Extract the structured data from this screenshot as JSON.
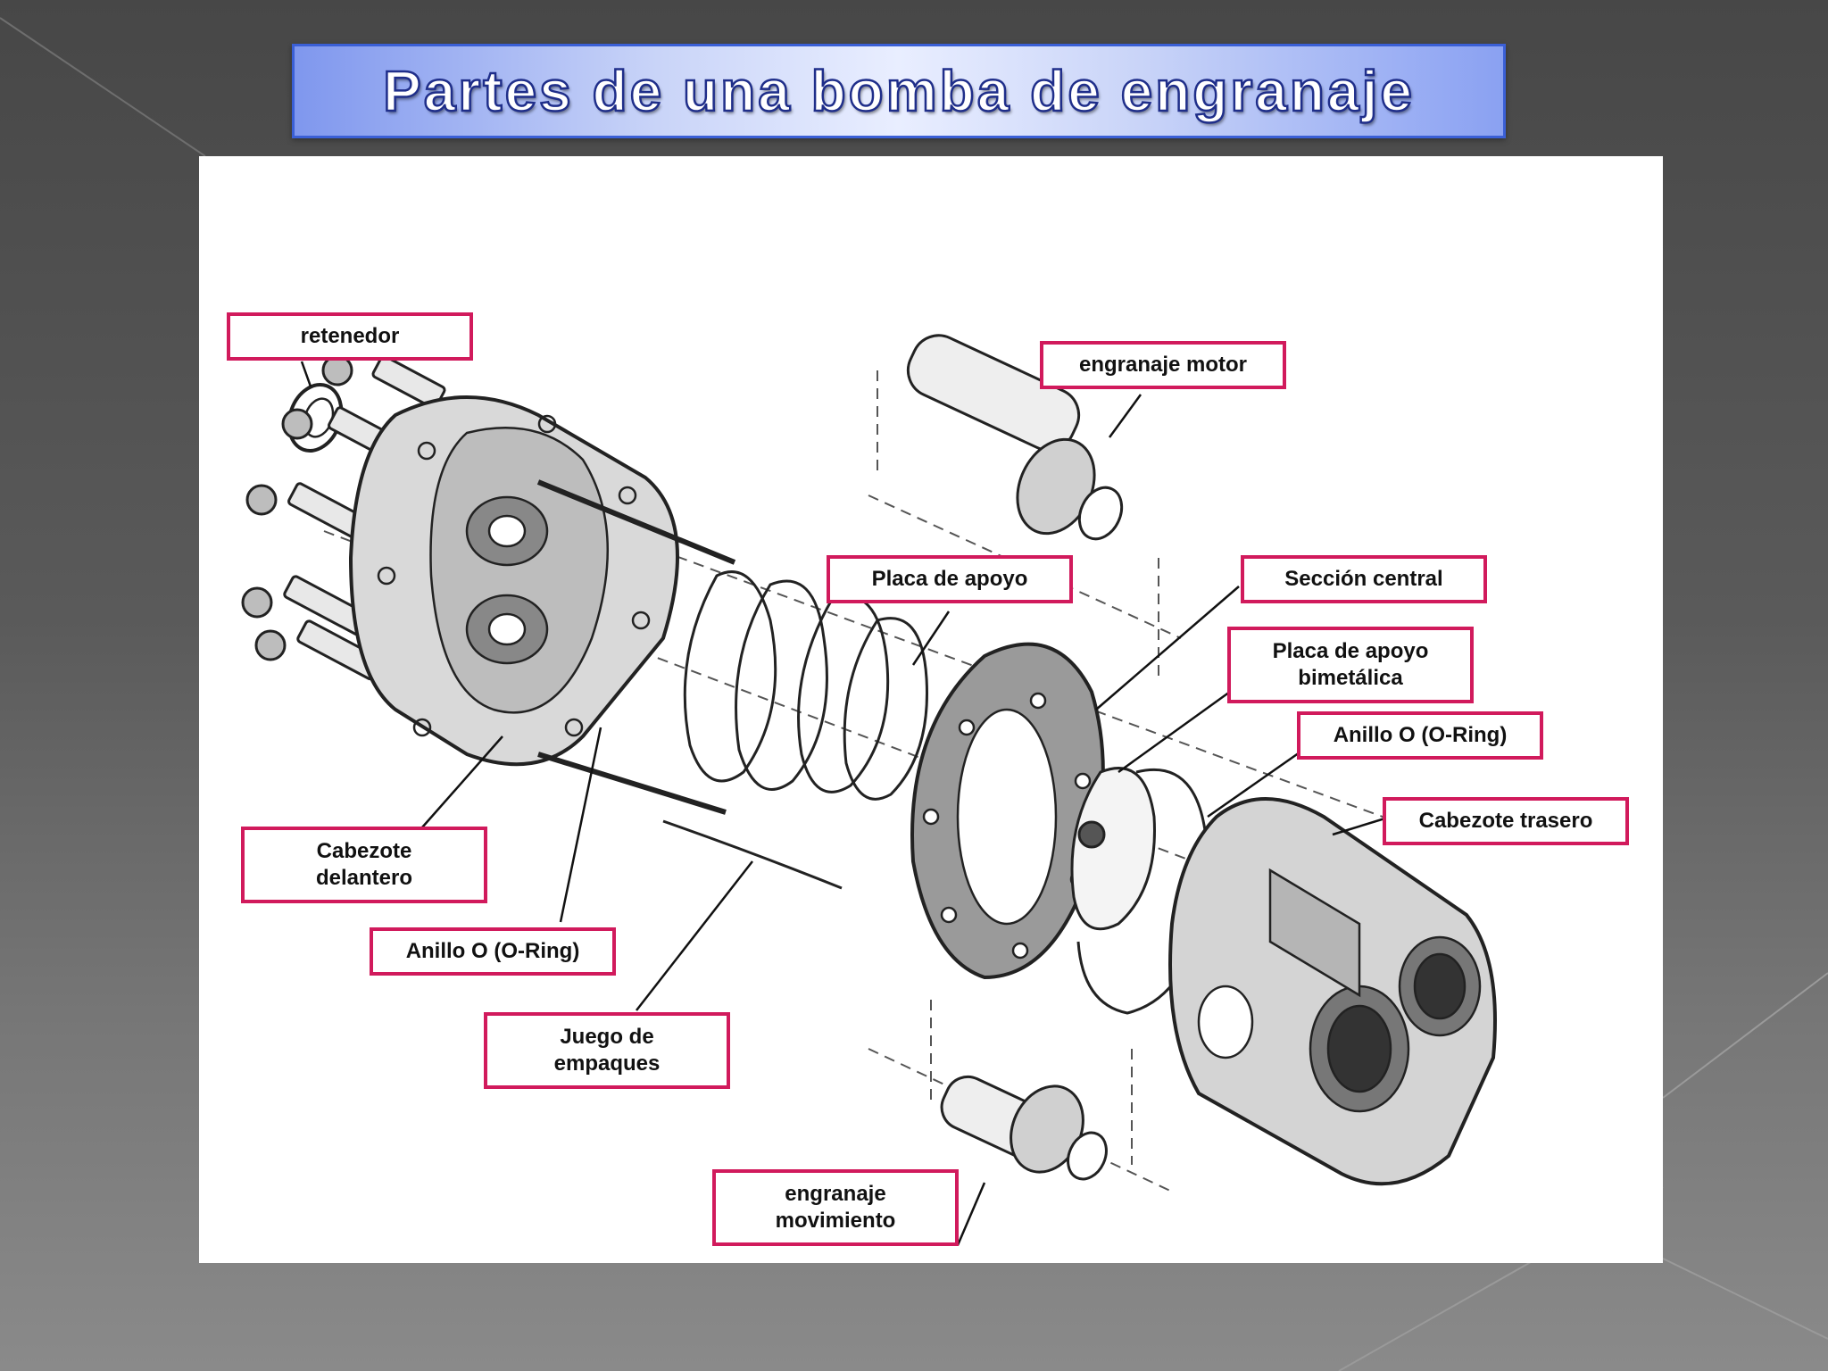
{
  "slide": {
    "title": "Partes de una bomba de engranaje"
  },
  "labels": {
    "retenedor": "retenedor",
    "engranaje_motor": "engranaje motor",
    "placa_de_apoyo": "Placa de apoyo",
    "seccion_central": "Sección central",
    "placa_bimetalica": "Placa de apoyo\nbimetálica",
    "anillo_o_trasero": "Anillo O (O-Ring)",
    "cabezote_trasero": "Cabezote trasero",
    "cabezote_delantero": "Cabezote\ndelantero",
    "anillo_o_delantero": "Anillo O (O-Ring)",
    "juego_de_empaques": "Juego de\nempaques",
    "engranaje_movimiento": "engranaje\nmovimiento"
  },
  "colors": {
    "label_border": "#d11a5c",
    "title_border": "#3a5fd6",
    "title_text_outline": "#1f2e8a"
  }
}
